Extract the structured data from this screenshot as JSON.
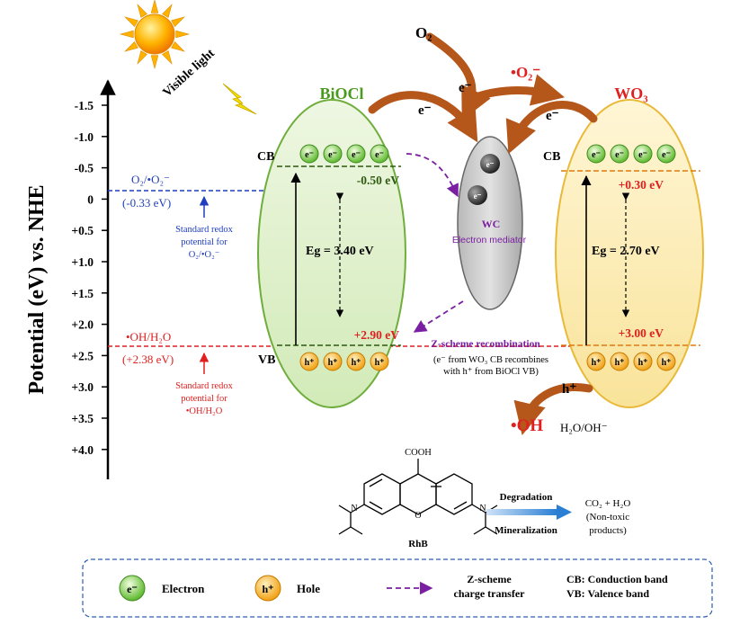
{
  "ylabel": "Potential (eV) vs. NHE",
  "axis_ticks": [
    "-1.5",
    "-1.0",
    "-0.5",
    "0",
    "+0.5",
    "+1.0",
    "+1.5",
    "+2.0",
    "+2.5",
    "+3.0",
    "+3.5",
    "+4.0"
  ],
  "light": {
    "text": "Visible light"
  },
  "o2_redox": {
    "label": "O₂/•O₂⁻",
    "value": "(-0.33 eV)",
    "note": [
      "Standard redox",
      "potential for",
      "O₂/•O₂⁻"
    ]
  },
  "oh_redox": {
    "label": "•OH/H₂O",
    "value": "(+2.38 eV)",
    "note": [
      "Standard redox",
      "potential for",
      "•OH/H₂O"
    ]
  },
  "biocl": {
    "name": "BiOCl",
    "cb_label": "CB",
    "vb_label": "VB",
    "cb_value": "-0.50 eV",
    "vb_value": "+2.90 eV",
    "eg": "Eg = 3.40 eV"
  },
  "wo3": {
    "name": "WO₃",
    "cb_label": "CB",
    "cb_value": "+0.30 eV",
    "vb_value": "+3.00 eV",
    "eg": "Eg = 2.70 eV"
  },
  "wc": {
    "name": "WC",
    "role": "Electron mediator"
  },
  "species": {
    "o2": "O₂",
    "superoxide": "•O₂⁻",
    "e": "e⁻",
    "h": "h⁺",
    "oh": "•OH",
    "water": "H₂O/OH⁻"
  },
  "zscheme": {
    "title": "Z-scheme recombination",
    "detail": [
      "(e⁻ from WO₃ CB recombines",
      "with h⁺ from BiOCl VB)"
    ]
  },
  "rhb": {
    "name": "RhB",
    "cooh": "COOH",
    "degradation": "Degradation",
    "mineralization": "Mineralization",
    "products": [
      "CO₂ + H₂O",
      "(Non-toxic",
      "products)"
    ]
  },
  "legend": {
    "electron": "Electron",
    "hole": "Hole",
    "zscheme": [
      "Z-scheme",
      "charge transfer"
    ],
    "cb": "CB: Conduction band",
    "vb": "VB: Valence band"
  },
  "colors": {
    "biocl_fill": "#d9edc4",
    "biocl_stroke": "#6fae3c",
    "wo3_fill": "#fbeab0",
    "wo3_stroke": "#e9b93a",
    "wc_fill": "#cfcfcf",
    "o2_blue": "#1f3fbf",
    "oh_red": "#e02020",
    "purple": "#7b1fa2",
    "arrow_brown": "#b5561a"
  }
}
